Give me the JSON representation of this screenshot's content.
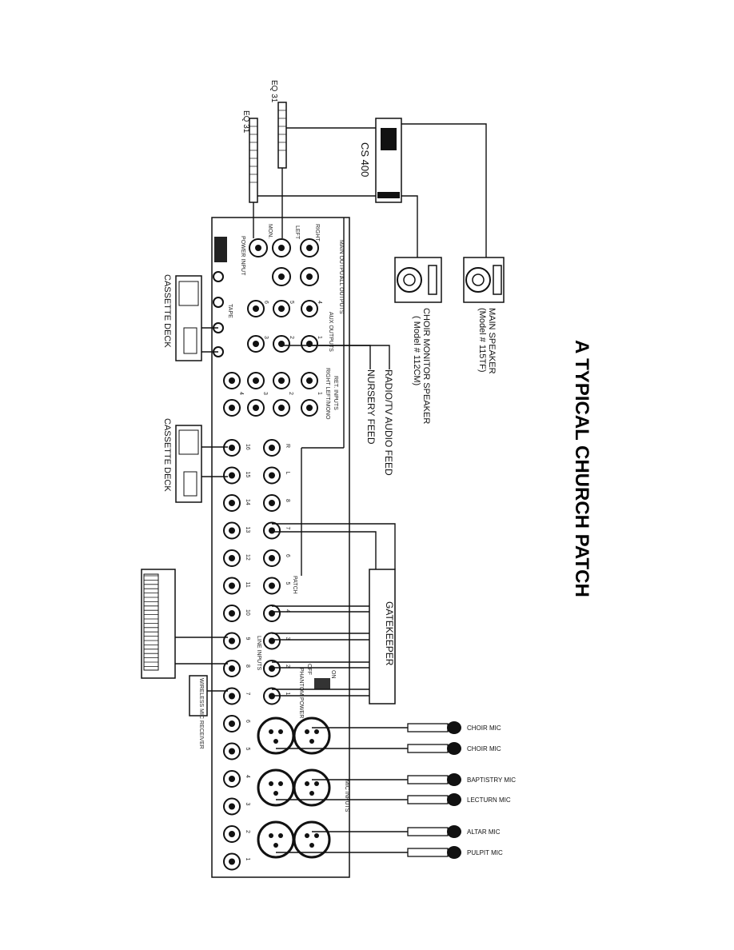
{
  "title": "A TYPICAL CHURCH PATCH",
  "devices": {
    "eq_top": "EQ 31",
    "eq_bottom": "EQ 31",
    "crossover": "CS 400",
    "main_speaker": "MAIN SPEAKER",
    "main_speaker_model": "(Model # 115TF)",
    "choir_monitor": "CHOIR MONITOR SPEAKER",
    "choir_monitor_model": "( Model # 112CM)",
    "radio_feed": "RADIO/TV AUDIO FEED",
    "nursery_feed": "NURSERY FEED",
    "cassette_deck_1": "CASSETTE DECK",
    "cassette_deck_2": "CASSETTE DECK",
    "gatekeeper": "GATEKEEPER",
    "wireless": "WIRELESS MIC RECEIVER"
  },
  "mixer": {
    "main_outputs": "MAIN OUTPUT",
    "right": "RIGHT",
    "left": "LEFT",
    "mon": "MON.",
    "aux_outputs": "AUX OUTPUTS",
    "all_outputs": "ALL OUTPUTS",
    "ret_inputs": "RET. INPUTS",
    "ret_sub": "RIGHT LEFT/MONO",
    "tape": "TAPE",
    "patch": "PATCH",
    "line_inputs": "LINE INPUTS",
    "mic_inputs": "MIC INPUTS",
    "phantom": "PHANTOM POWER",
    "phantom_on": "ON",
    "phantom_off": "OFF",
    "power": "POWER INPUT"
  },
  "line_numbers": [
    "16",
    "15",
    "14",
    "13",
    "12",
    "11",
    "10",
    "9",
    "8",
    "7",
    "6",
    "5",
    "4",
    "3",
    "2",
    "1"
  ],
  "patch_numbers": [
    "R",
    "L",
    "8",
    "7",
    "6",
    "5",
    "4",
    "3",
    "2",
    "1"
  ],
  "aux_numbers": [
    "4",
    "5",
    "6",
    "1",
    "2",
    "3"
  ],
  "ret_numbers": [
    "1",
    "2",
    "3",
    "4"
  ],
  "mics": [
    "CHOIR MIC",
    "CHOIR MIC",
    "BAPTISTRY MIC",
    "LECTURN MIC",
    "ALTAR MIC",
    "PULPIT MIC"
  ]
}
